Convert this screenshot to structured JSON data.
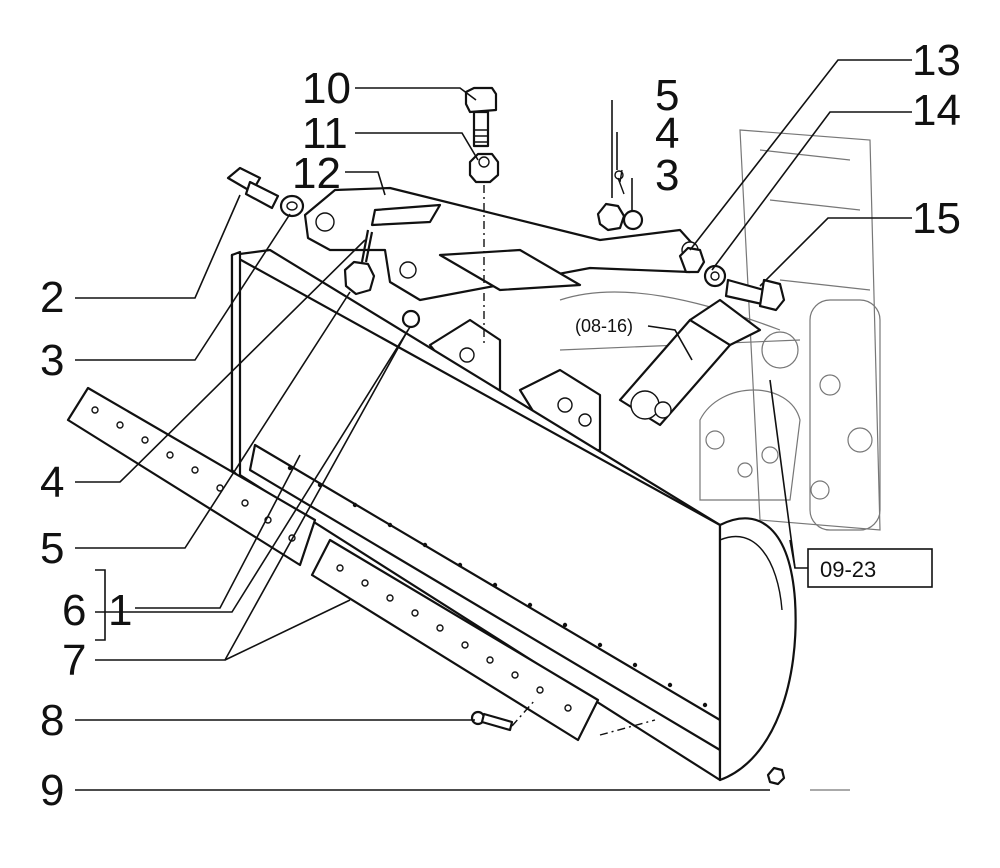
{
  "callouts": {
    "c1": "1",
    "c2": "2",
    "c3a": "3",
    "c3b": "3",
    "c4a": "4",
    "c4b": "4",
    "c5a": "5",
    "c5b": "5",
    "c6": "6",
    "c7": "7",
    "c8": "8",
    "c9": "9",
    "c10": "10",
    "c11": "11",
    "c12": "12",
    "c13": "13",
    "c14": "14",
    "c15": "15"
  },
  "references": {
    "ref_08_16": "(08-16)",
    "ref_09_23": "09-23"
  }
}
